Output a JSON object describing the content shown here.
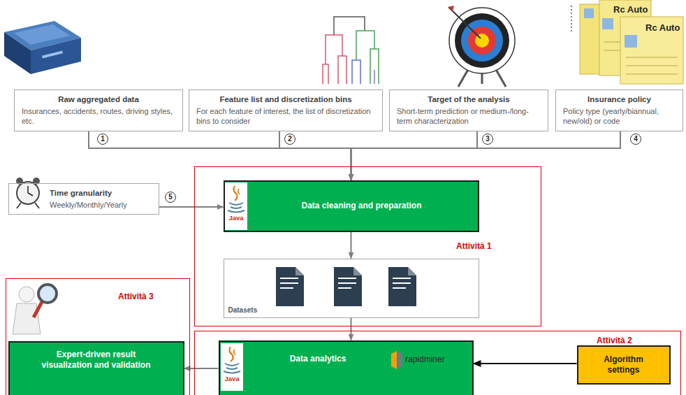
{
  "diagram": {
    "nodes": [
      {
        "text": [
          "Raw aggregated data",
          "Insurances, accidents, routes, driving styles, etc."
        ]
      },
      {
        "text": [
          "Feature list and discretization bins",
          "For each feature of interest, the list of discretization bins to consider"
        ]
      },
      {
        "text": [
          "Target of the analysis",
          "Short-term prediction or medium-/long-term characterization"
        ]
      },
      {
        "text": [
          "Insurance policy",
          "Policy type (yearly/biannual, new/old) or code"
        ]
      },
      {
        "text": [
          "Time granularity",
          "Weekly/Monthly/Yearly"
        ]
      },
      {
        "text": [
          "Attività 1"
        ]
      },
      {
        "text": [
          "Data cleaning and preparation"
        ],
        "in": 5
      },
      {
        "text": [
          "Datasets"
        ],
        "in": 5
      },
      {
        "text": [
          "Attività 3"
        ]
      },
      {
        "text": [
          "Expert-driven result visualization and validation"
        ],
        "in": 8
      },
      {
        "text": [
          "Attività 2"
        ]
      },
      {
        "text": [
          "Data analytics"
        ],
        "in": 10
      },
      {
        "text": [
          "Algorithm settings"
        ],
        "in": 10
      }
    ],
    "edges": [
      {
        "from": 0,
        "to": 6,
        "arrow": "to"
      },
      {
        "from": 1,
        "to": 6,
        "arrow": "to"
      },
      {
        "from": 2,
        "to": 6,
        "arrow": "to"
      },
      {
        "from": 3,
        "to": 6,
        "arrow": "to"
      },
      {
        "from": 4,
        "to": 6,
        "arrow": "to"
      },
      {
        "from": 6,
        "to": 7,
        "arrow": "to"
      },
      {
        "from": 7,
        "to": 11,
        "arrow": "to"
      },
      {
        "from": 11,
        "to": 9,
        "arrow": "to"
      },
      {
        "from": 12,
        "to": 11,
        "arrow": "to"
      }
    ],
    "labels": [
      "1",
      "2",
      "3",
      "4",
      "5",
      "Java",
      "Java",
      "rapidminer",
      "Rc Auto",
      "Rc Auto"
    ]
  }
}
